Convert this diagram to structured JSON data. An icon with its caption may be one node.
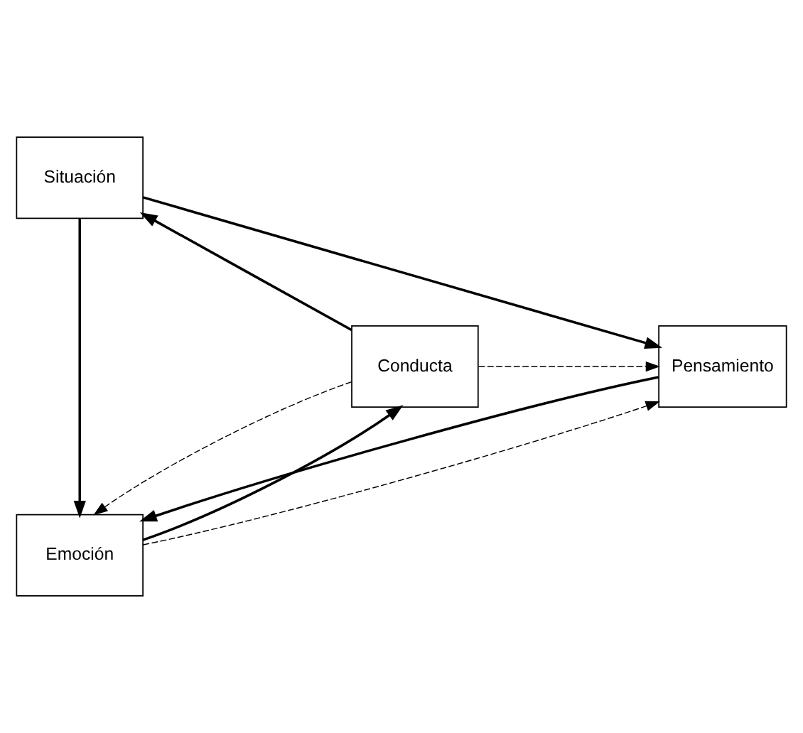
{
  "diagram": {
    "nodes": [
      {
        "text": [
          "Situación"
        ]
      },
      {
        "text": [
          "Conducta"
        ]
      },
      {
        "text": [
          "Pensamiento"
        ]
      },
      {
        "text": [
          "Emoción"
        ]
      }
    ],
    "edges": [
      {
        "from": 0,
        "to": 2,
        "arrow": "to"
      },
      {
        "from": 2,
        "to": 3,
        "arrow": "to"
      },
      {
        "from": 3,
        "to": 1,
        "arrow": "to"
      },
      {
        "from": 1,
        "to": 0,
        "arrow": "to"
      },
      {
        "from": 0,
        "to": 3,
        "arrow": "to"
      },
      {
        "from": 1,
        "to": 2,
        "arrow": "to",
        "style": "dashed"
      },
      {
        "from": 1,
        "to": 3,
        "arrow": "to",
        "style": "dashed"
      },
      {
        "from": 3,
        "to": 2,
        "arrow": "to",
        "style": "dashed"
      }
    ]
  }
}
